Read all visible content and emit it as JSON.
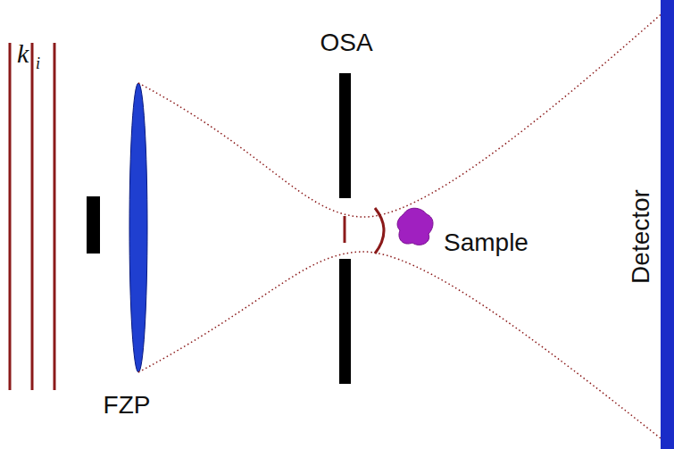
{
  "diagram": {
    "labels": [
      "k",
      "i",
      "OSA",
      "FZP",
      "Sample",
      "Detector"
    ]
  }
}
